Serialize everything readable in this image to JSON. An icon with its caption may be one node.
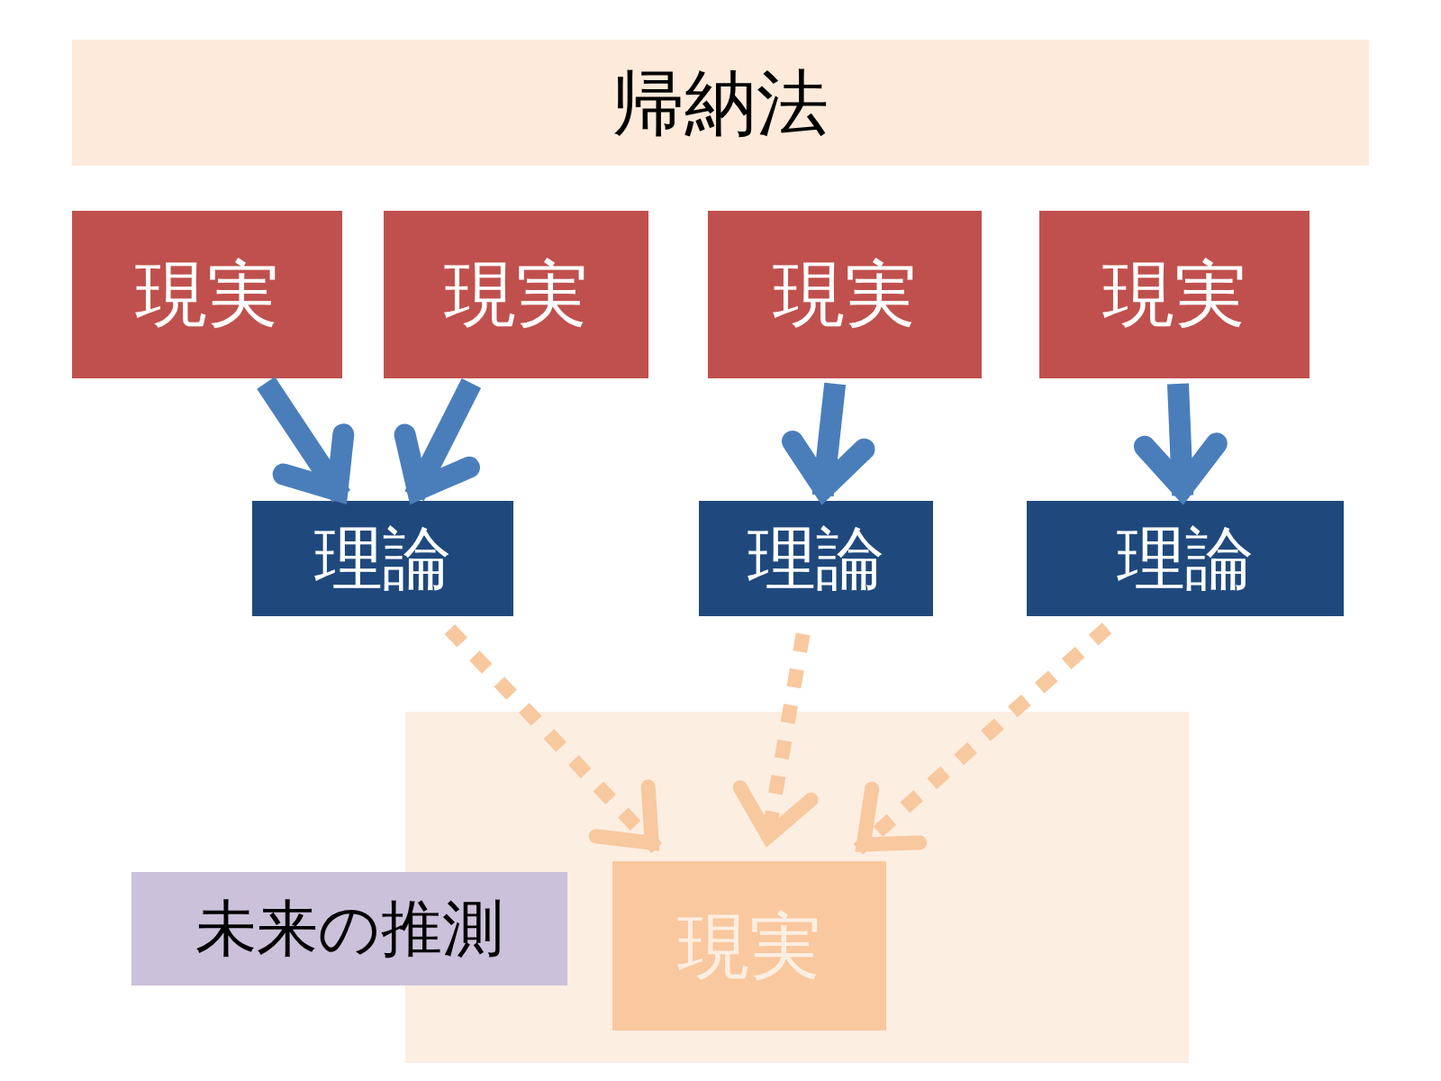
{
  "diagram": {
    "nodes": [
      {
        "text": [
          "帰納法"
        ]
      },
      {
        "text": [
          "現実"
        ]
      },
      {
        "text": [
          "現実"
        ]
      },
      {
        "text": [
          "現実"
        ]
      },
      {
        "text": [
          "現実"
        ]
      },
      {
        "text": [
          "理論"
        ]
      },
      {
        "text": [
          "理論"
        ]
      },
      {
        "text": [
          "理論"
        ]
      },
      {
        "text": [],
        "shape": "box"
      },
      {
        "text": [
          "現実"
        ],
        "in": 8
      },
      {
        "text": [
          "未来の推測"
        ]
      }
    ],
    "edges": [
      {
        "from": 1,
        "to": 5,
        "arrow": "to"
      },
      {
        "from": 2,
        "to": 5,
        "arrow": "to"
      },
      {
        "from": 3,
        "to": 6,
        "arrow": "to"
      },
      {
        "from": 4,
        "to": 7,
        "arrow": "to"
      },
      {
        "from": 5,
        "to": 9,
        "arrow": "to",
        "style": "dashed",
        "color": "#f8c89e"
      },
      {
        "from": 6,
        "to": 9,
        "arrow": "to",
        "style": "dashed",
        "color": "#f8c89e"
      },
      {
        "from": 7,
        "to": 9,
        "arrow": "to",
        "style": "dashed",
        "color": "#f8c89e"
      }
    ]
  }
}
